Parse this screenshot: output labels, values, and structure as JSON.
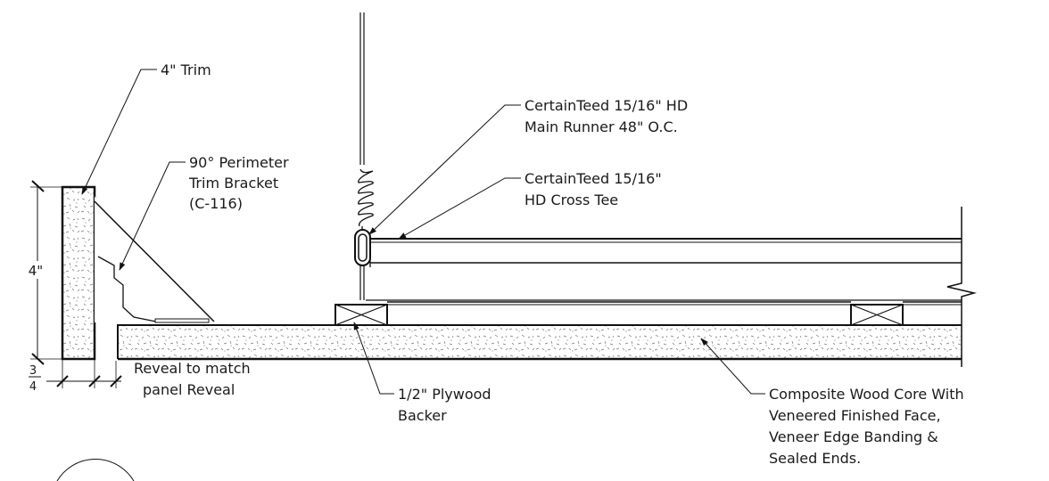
{
  "labels": {
    "trim": "4\" Trim",
    "bracket": [
      "90° Perimeter",
      "Trim Bracket",
      "(C-116)"
    ],
    "main_runner": [
      "CertainTeed 15/16\" HD",
      "Main Runner 48\" O.C."
    ],
    "cross_tee": [
      "CertainTeed 15/16\"",
      "HD Cross Tee"
    ],
    "reveal": [
      "Reveal to match",
      "panel Reveal"
    ],
    "plywood": [
      "1/2\" Plywood",
      "Backer"
    ],
    "core": [
      "Composite Wood Core With",
      "Veneered Finished Face,",
      "Veneer Edge Banding &",
      "Sealed Ends."
    ]
  },
  "dimensions": {
    "trim_height": "4\"",
    "reveal_num": "3",
    "reveal_den": "4"
  }
}
